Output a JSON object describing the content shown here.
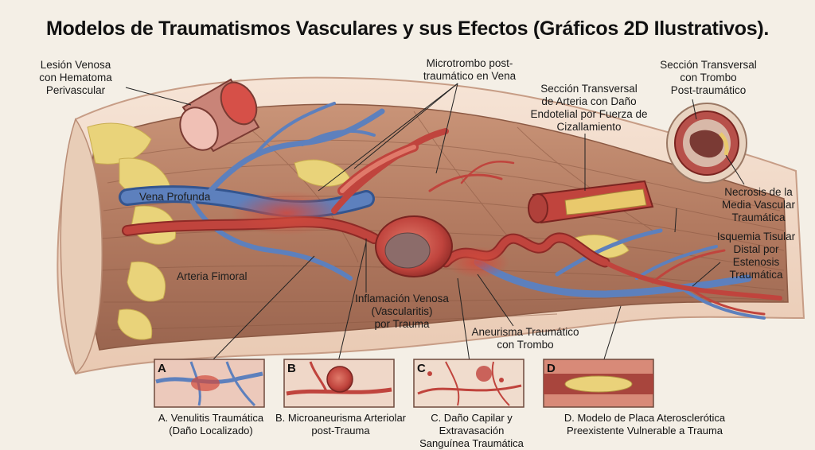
{
  "title": "Modelos de Traumatismos Vasculares y sus Efectos (Gráficos 2D Ilustrativos).",
  "labels": {
    "venous_lesion": "Lesión Venosa\ncon Hematoma\nPerivascular",
    "microthrombus": "Microtrombo post-\ntraumático en Vena",
    "arterial_section": "Sección Transversal\nde Arteria con Daño\nEndotelial por Fuerza de\nCizallamiento",
    "thrombus_section": "Sección Transversal\ncon Trombo\nPost-traumático",
    "necrosis": "Necrosis de la\nMedia Vascular\nTraumática",
    "deep_vein": "Vena Profunda",
    "femoral_artery": "Arteria Fimoral",
    "ischemia": "Isquemia Tisular\nDistal por\nEstenosis\nTraumática",
    "venous_inflammation": "Inflamación Venosa\n(Vascularitis)\npor Trauma",
    "aneurysm": "Aneurisma Traumático\ncon Trombo"
  },
  "panels": [
    {
      "letter": "A",
      "caption": "A. Venulitis Traumática\n(Daño Localizado)"
    },
    {
      "letter": "B",
      "caption": "B. Microaneurisma Arteriolar\npost-Trauma"
    },
    {
      "letter": "C",
      "caption": "C. Daño Capilar y Extravasación\nSanguínea Traumática"
    },
    {
      "letter": "D",
      "caption": "D. Modelo de Placa Aterosclerótica\nPreexistente Vulnerable a Trauma"
    }
  ],
  "colors": {
    "background": "#f4efe6",
    "skin": "#f1d9c6",
    "muscle": "#b67d63",
    "fat": "#e9d37a",
    "vein": "#5577b0",
    "artery": "#c0443d"
  }
}
